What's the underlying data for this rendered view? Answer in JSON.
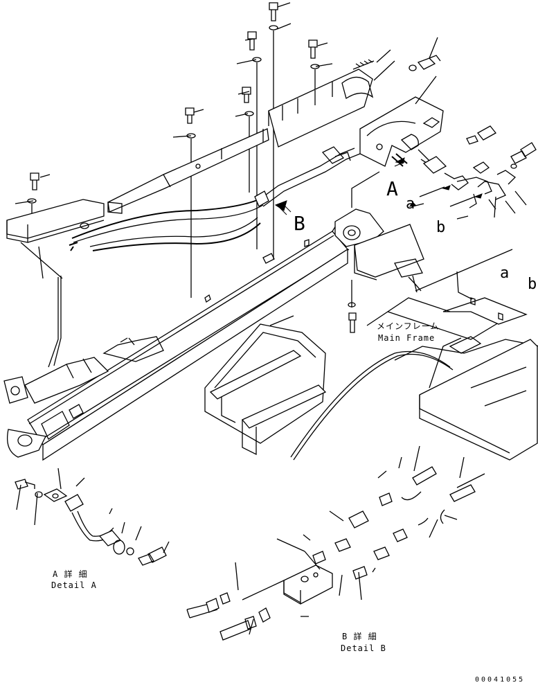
{
  "callouts": {
    "A": "A",
    "B": "B",
    "a_left": "a",
    "b_left": "b",
    "a_right": "a",
    "b_right": "b"
  },
  "main_frame": {
    "jp": "メインフレーム",
    "en": "Main Frame"
  },
  "detail_a": {
    "jp": "A 詳 細",
    "en": "Detail A"
  },
  "detail_b": {
    "jp": "B 詳 細",
    "en": "Detail B"
  },
  "drawing_code": "00041055"
}
